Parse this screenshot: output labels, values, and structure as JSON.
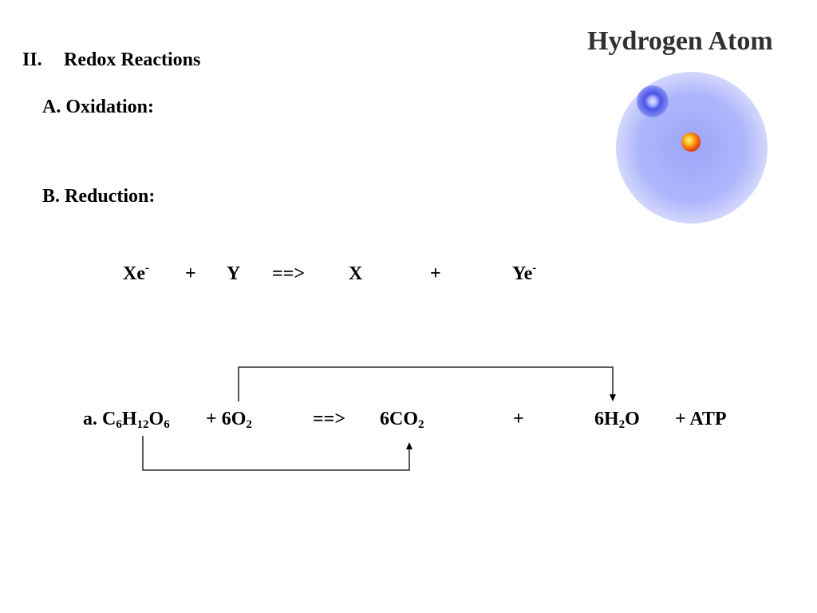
{
  "heading": {
    "number": "II.",
    "title": "Redox Reactions"
  },
  "sections": {
    "oxidation": "A. Oxidation:",
    "reduction": "B. Reduction:"
  },
  "figure": {
    "title": "Hydrogen Atom"
  },
  "general_equation": {
    "reactant1": "Xe",
    "reactant1_charge": "-",
    "plus1": "+",
    "reactant2": "Y",
    "arrow": "==>",
    "product1": "X",
    "plus2": "+",
    "product2": "Ye",
    "product2_charge": "-"
  },
  "respiration_equation": {
    "label": "a.",
    "glucose": {
      "c": "C",
      "c_n": "6",
      "h": "H",
      "h_n": "12",
      "o": "O",
      "o_n": "6"
    },
    "plus1": "+",
    "oxygen": {
      "coef": "6O",
      "n": "2"
    },
    "arrow": "==>",
    "co2": {
      "coef": "6CO",
      "n": "2"
    },
    "plus2": "+",
    "water": {
      "pre": "6H",
      "n": "2",
      "post": "O"
    },
    "plus3": "+",
    "atp": "ATP"
  }
}
